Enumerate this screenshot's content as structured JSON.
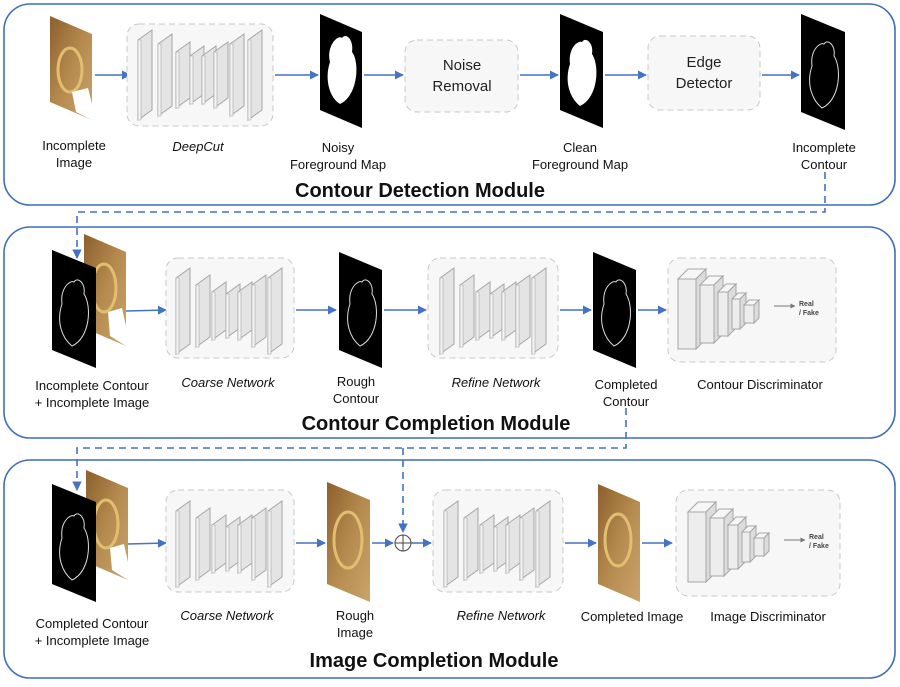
{
  "modules": {
    "contour_detection": "Contour Detection Module",
    "contour_completion": "Contour Completion Module",
    "image_completion": "Image Completion Module"
  },
  "row1": {
    "incomplete_image": [
      "Incomplete",
      "Image"
    ],
    "deepcut": "DeepCut",
    "noisy_map": [
      "Noisy",
      "Foreground Map"
    ],
    "noise_removal": [
      "Noise",
      "Removal"
    ],
    "clean_map": [
      "Clean",
      "Foreground Map"
    ],
    "edge_detector": [
      "Edge",
      "Detector"
    ],
    "incomplete_contour": [
      "Incomplete",
      "Contour"
    ]
  },
  "row2": {
    "input": [
      "Incomplete Contour",
      "+ Incomplete Image"
    ],
    "coarse": "Coarse Network",
    "rough": [
      "Rough",
      "Contour"
    ],
    "refine": "Refine Network",
    "completed": [
      "Completed",
      "Contour"
    ],
    "discriminator": "Contour Discriminator",
    "real_fake": [
      "Real",
      "/ Fake"
    ]
  },
  "row3": {
    "input": [
      "Completed Contour",
      "+ Incomplete Image"
    ],
    "coarse": "Coarse Network",
    "rough": [
      "Rough",
      "Image"
    ],
    "refine": "Refine Network",
    "completed": "Completed Image",
    "discriminator": "Image Discriminator",
    "real_fake": [
      "Real",
      "/ Fake"
    ]
  },
  "colors": {
    "module_border": "#3f6fb5",
    "arrow": "#4472c4",
    "dashed_box": "#c8c8c8",
    "layer_fill": "#e4e4e4",
    "layer_edge": "#a6a6a6",
    "photo": "#a57a43"
  }
}
